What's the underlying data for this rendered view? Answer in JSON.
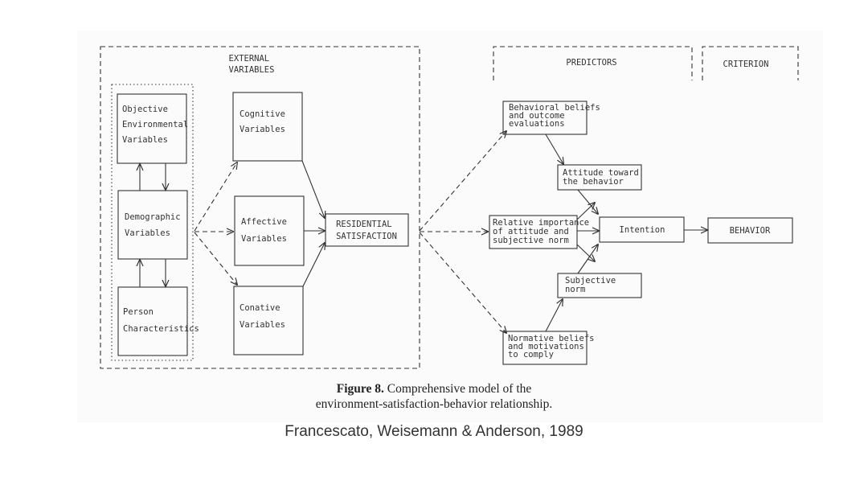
{
  "sections": {
    "external": [
      "EXTERNAL",
      "VARIABLES"
    ],
    "predictors": "PREDICTORS",
    "criterion": "CRITERION"
  },
  "boxes": {
    "objective": [
      "Objective",
      "Environmental",
      "Variables"
    ],
    "demographic": [
      "Demographic",
      "Variables"
    ],
    "person": [
      "Person",
      "Characteristics"
    ],
    "cognitive": [
      "Cognitive",
      "Variables"
    ],
    "affective": [
      "Affective",
      "Variables"
    ],
    "conative": [
      "Conative",
      "Variables"
    ],
    "residential": [
      "RESIDENTIAL",
      "SATISFACTION"
    ],
    "behavioral_beliefs": [
      "Behavioral beliefs",
      "and outcome",
      "evaluations"
    ],
    "attitude": [
      "Attitude toward",
      "the behavior"
    ],
    "relative_importance": [
      "Relative importance",
      "of attitude and",
      "subjective norm"
    ],
    "intention": "Intention",
    "behavior": "BEHAVIOR",
    "subjective_norm": [
      "Subjective",
      "norm"
    ],
    "normative_beliefs": [
      "Normative beliefs",
      "and motivations",
      "to comply"
    ]
  },
  "caption": {
    "label": "Figure 8.",
    "line1": "Comprehensive model of the",
    "line2": "environment-satisfaction-behavior relationship."
  },
  "credit": "Francescato, Weisemann & Anderson, 1989"
}
